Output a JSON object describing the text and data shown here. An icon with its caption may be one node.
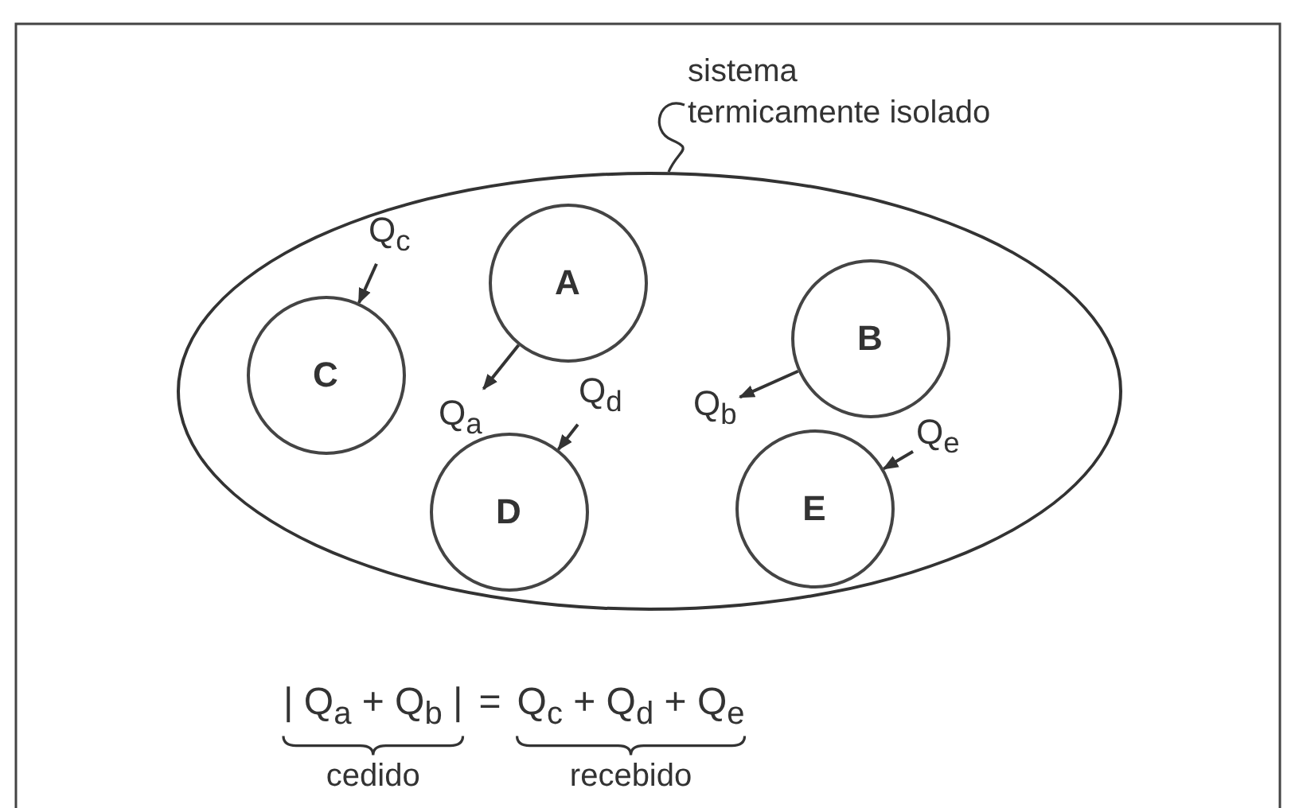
{
  "diagram": {
    "nodes": [
      {
        "text": [
          "sistema termicamente isolado"
        ]
      },
      {
        "text": [],
        "shape": "ellipse"
      },
      {
        "text": [
          "Q$_{c}$"
        ],
        "in": 1
      },
      {
        "text": [
          "A"
        ],
        "in": 1
      },
      {
        "text": [
          "C"
        ],
        "in": 1
      },
      {
        "text": [
          "B"
        ],
        "in": 1
      },
      {
        "text": [
          "Q$_{a}$"
        ],
        "in": 1
      },
      {
        "text": [
          "Q$_{b}$"
        ],
        "in": 1
      },
      {
        "text": [
          "Q$_{d}$"
        ],
        "in": 1
      },
      {
        "text": [
          "Q$_{e}$"
        ],
        "in": 1
      },
      {
        "text": [
          "D"
        ],
        "in": 1
      },
      {
        "text": [
          "E"
        ],
        "in": 1
      }
    ],
    "edges": [
      {
        "from": 0,
        "to": 1,
        "arrow": "none"
      },
      {
        "from": 2,
        "to": 4,
        "arrow": "to"
      },
      {
        "from": 3,
        "to": 6,
        "arrow": "to"
      },
      {
        "from": 5,
        "to": 7,
        "arrow": "to"
      },
      {
        "from": 8,
        "to": 10,
        "arrow": "to"
      },
      {
        "from": 9,
        "to": 11,
        "arrow": "to"
      }
    ],
    "labels": [
      "| Q$_{a}$ + Q$_{b}$ |",
      "=",
      "Q$_{c}$ + Q$_{d}$ + Q$_{e}$",
      "cedido",
      "recebido"
    ]
  }
}
